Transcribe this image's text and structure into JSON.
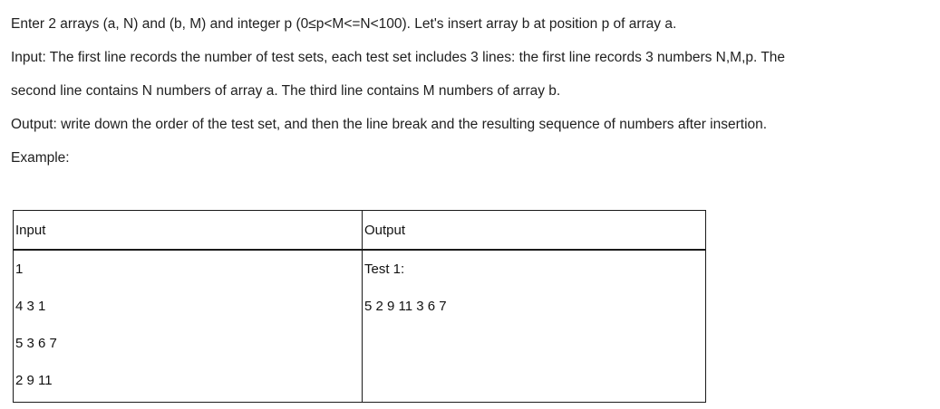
{
  "problem": {
    "statement": "Enter 2 arrays (a, N) and (b, M) and integer p (0≤p<M<=N<100). Let's insert array b at position p of array a.",
    "input_description_line1": "Input: The first line records the number of test sets, each test set includes 3 lines: the first line records 3 numbers N,M,p. The",
    "input_description_line2": "second line contains N numbers of array a. The third line contains M numbers of array b.",
    "output_description": "Output: write down the order of the test set, and then the line break and the resulting sequence of numbers after insertion.",
    "example_label": "Example:"
  },
  "example_table": {
    "headers": [
      "Input",
      "Output"
    ],
    "input_lines": [
      "1",
      "4 3 1",
      "5 3 6 7",
      "2 9 11"
    ],
    "output_lines": [
      "Test 1:",
      "5 2 9 11 3 6 7"
    ]
  }
}
